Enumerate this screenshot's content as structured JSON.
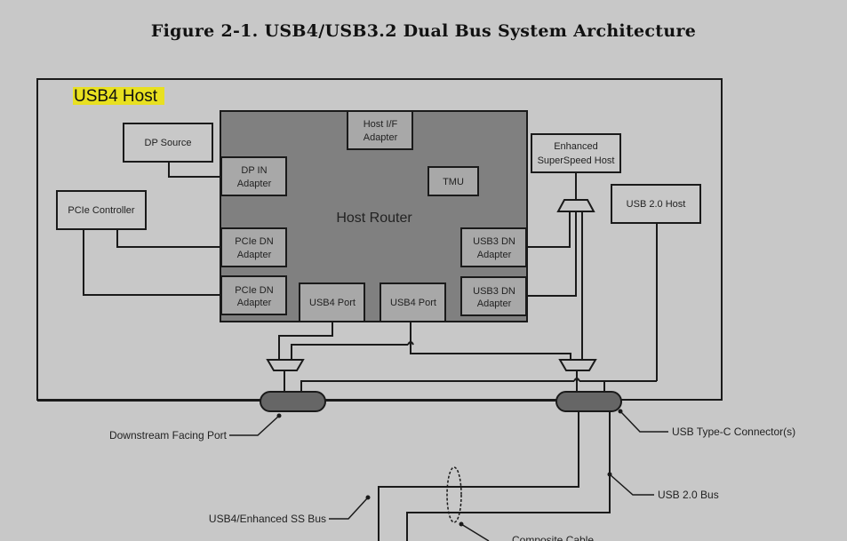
{
  "figure": {
    "title": "Figure 2-1.  USB4/USB3.2 Dual Bus System Architecture"
  },
  "diagram": {
    "host_label": "USB4 Host",
    "host_label_highlight": "#e8e020",
    "host_router": {
      "label": "Host Router",
      "fill": "#808080",
      "blocks": {
        "host_if_adapter": [
          "Host I/F",
          "Adapter"
        ],
        "dp_in_adapter": [
          "DP IN",
          "Adapter"
        ],
        "tmu": "TMU",
        "pcie_dn_adapter_1": [
          "PCIe DN",
          "Adapter"
        ],
        "pcie_dn_adapter_2": [
          "PCIe DN",
          "Adapter"
        ],
        "usb4_port_1": "USB4 Port",
        "usb4_port_2": "USB4 Port",
        "usb3_dn_adapter_1": [
          "USB3 DN",
          "Adapter"
        ],
        "usb3_dn_adapter_2": [
          "USB3 DN",
          "Adapter"
        ]
      }
    },
    "external_blocks": {
      "dp_source": "DP Source",
      "pcie_controller": "PCIe Controller",
      "enhanced_superspeed_host": [
        "Enhanced",
        "SuperSpeed Host"
      ],
      "usb20_host": "USB 2.0 Host"
    },
    "callouts": {
      "downstream_facing_port": "Downstream Facing Port",
      "usb_type_c_connectors": "USB Type-C Connector(s)",
      "usb20_bus": "USB 2.0 Bus",
      "usb4_enhanced_ss_bus": "USB4/Enhanced SS Bus",
      "composite_cable": "Composite Cable"
    },
    "colors": {
      "background": "#c8c8c8",
      "block_fill": "#c8c8c8",
      "adapter_fill": "#a8a8a8",
      "connector_fill": "#666666",
      "line": "#1a1a1a"
    }
  }
}
